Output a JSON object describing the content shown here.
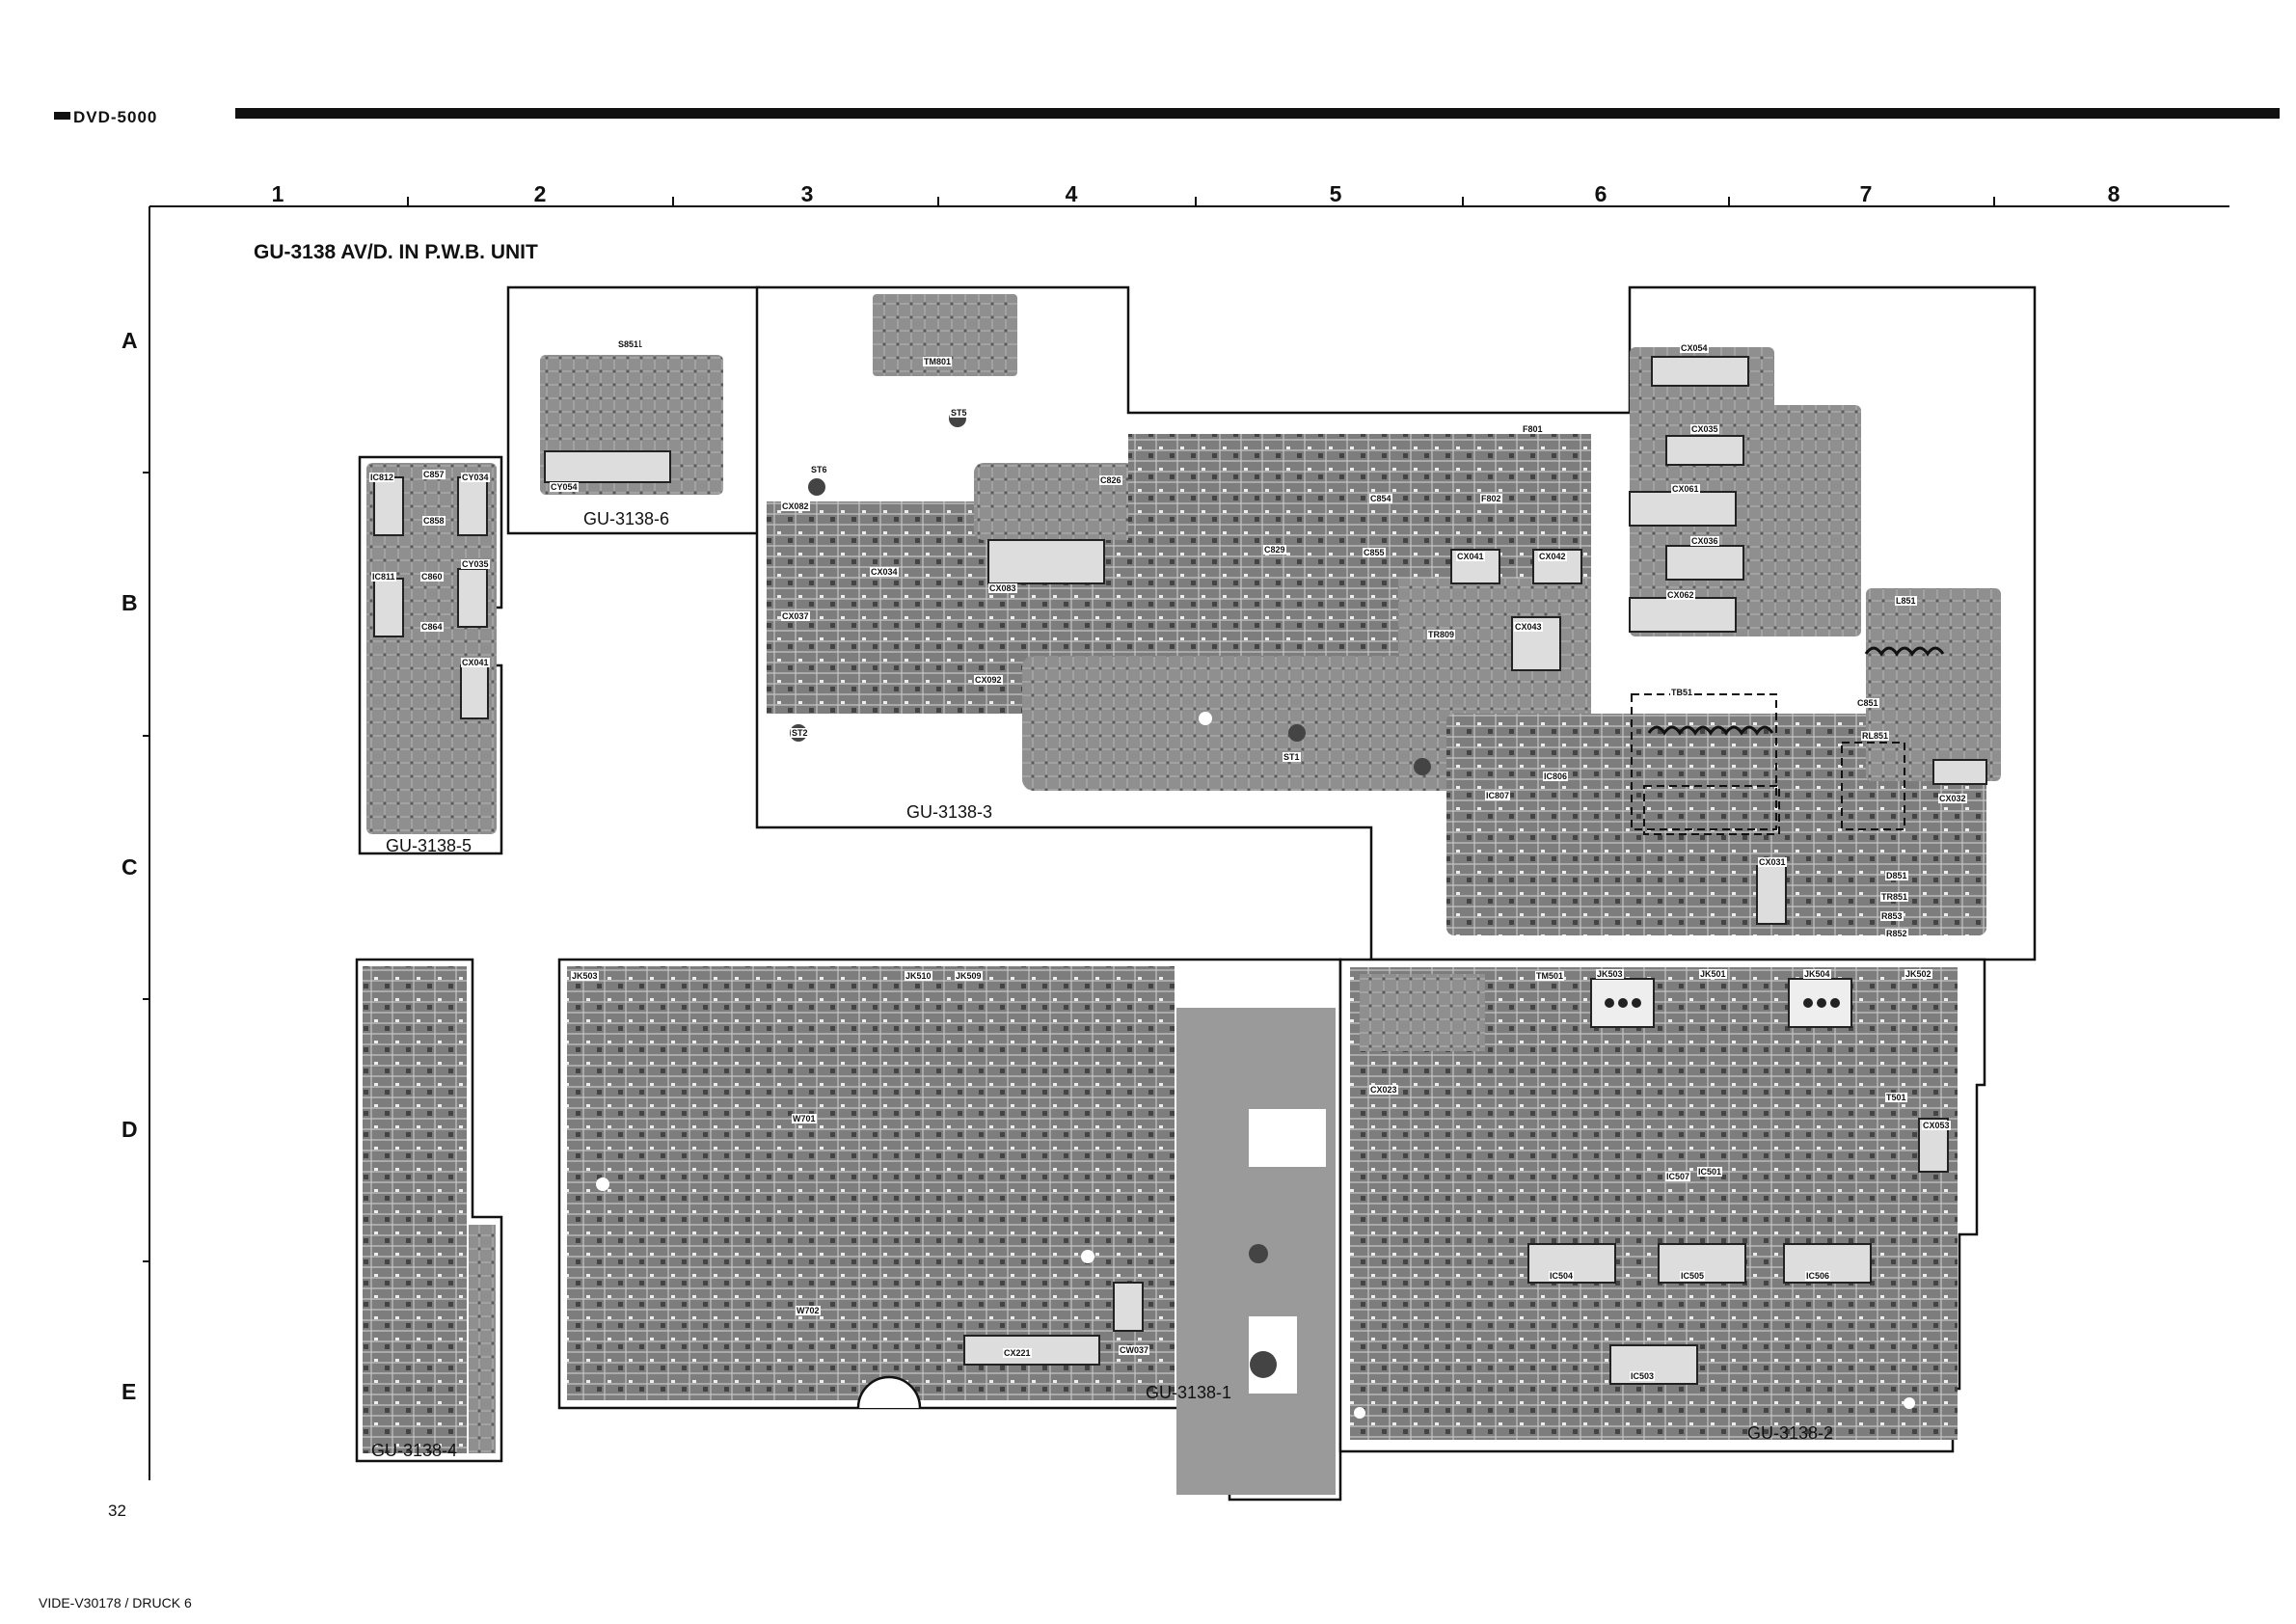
{
  "header": {
    "model": "DVD-5000"
  },
  "grid": {
    "columns": [
      "1",
      "2",
      "3",
      "4",
      "5",
      "6",
      "7",
      "8"
    ],
    "rows": [
      "A",
      "B",
      "C",
      "D",
      "E"
    ]
  },
  "title": "GU-3138 AV/D. IN P.W.B. UNIT",
  "boards": [
    {
      "id": "b6",
      "label": "GU-3138-6"
    },
    {
      "id": "b3",
      "label": "GU-3138-3"
    },
    {
      "id": "b5",
      "label": "GU-3138-5"
    },
    {
      "id": "b4",
      "label": "GU-3138-4"
    },
    {
      "id": "b1",
      "label": "GU-3138-1"
    },
    {
      "id": "b2",
      "label": "GU-3138-2"
    }
  ],
  "component_labels": [
    {
      "text": "S851"
    },
    {
      "text": "CY054"
    },
    {
      "text": "TM801"
    },
    {
      "text": "ST5"
    },
    {
      "text": "ST6"
    },
    {
      "text": "CX082"
    },
    {
      "text": "CX034"
    },
    {
      "text": "CX083"
    },
    {
      "text": "CX037"
    },
    {
      "text": "CX092"
    },
    {
      "text": "C826"
    },
    {
      "text": "C829"
    },
    {
      "text": "C854"
    },
    {
      "text": "C855"
    },
    {
      "text": "F801"
    },
    {
      "text": "F802"
    },
    {
      "text": "CX041"
    },
    {
      "text": "CX042"
    },
    {
      "text": "CX043"
    },
    {
      "text": "TR809"
    },
    {
      "text": "CX054"
    },
    {
      "text": "CX035"
    },
    {
      "text": "CX061"
    },
    {
      "text": "CX036"
    },
    {
      "text": "CX062"
    },
    {
      "text": "L851"
    },
    {
      "text": "TB51"
    },
    {
      "text": "C851"
    },
    {
      "text": "RL851"
    },
    {
      "text": "CX032"
    },
    {
      "text": "ST2"
    },
    {
      "text": "ST1"
    },
    {
      "text": "IC806"
    },
    {
      "text": "IC807"
    },
    {
      "text": "CX031"
    },
    {
      "text": "D851"
    },
    {
      "text": "TR851"
    },
    {
      "text": "R853"
    },
    {
      "text": "R852"
    },
    {
      "text": "IC812"
    },
    {
      "text": "C857"
    },
    {
      "text": "CY034"
    },
    {
      "text": "C858"
    },
    {
      "text": "IC811"
    },
    {
      "text": "C860"
    },
    {
      "text": "CY035"
    },
    {
      "text": "C864"
    },
    {
      "text": "CX041"
    },
    {
      "text": "JK503"
    },
    {
      "text": "JK510"
    },
    {
      "text": "JK509"
    },
    {
      "text": "W701"
    },
    {
      "text": "W702"
    },
    {
      "text": "CX221"
    },
    {
      "text": "CW037"
    },
    {
      "text": "IC501"
    },
    {
      "text": "TM501"
    },
    {
      "text": "JK503"
    },
    {
      "text": "JK501"
    },
    {
      "text": "JK504"
    },
    {
      "text": "JK502"
    },
    {
      "text": "T501"
    },
    {
      "text": "CX053"
    },
    {
      "text": "IC507"
    },
    {
      "text": "IC504"
    },
    {
      "text": "IC505"
    },
    {
      "text": "IC506"
    },
    {
      "text": "IC503"
    },
    {
      "text": "CX023"
    }
  ],
  "page_number": "32",
  "footer": "VIDE-V30178 / DRUCK 6"
}
